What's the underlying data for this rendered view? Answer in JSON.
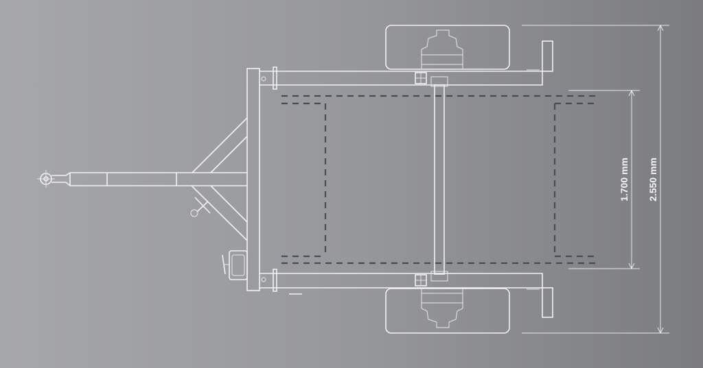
{
  "diagram": {
    "subject": "trailer-top-view",
    "dimensions": {
      "inner_width_label": "1.700 mm",
      "overall_width_label": "2.550 mm"
    },
    "colors": {
      "line": "#f2f2f2",
      "dashed": "#3f4f58"
    }
  }
}
